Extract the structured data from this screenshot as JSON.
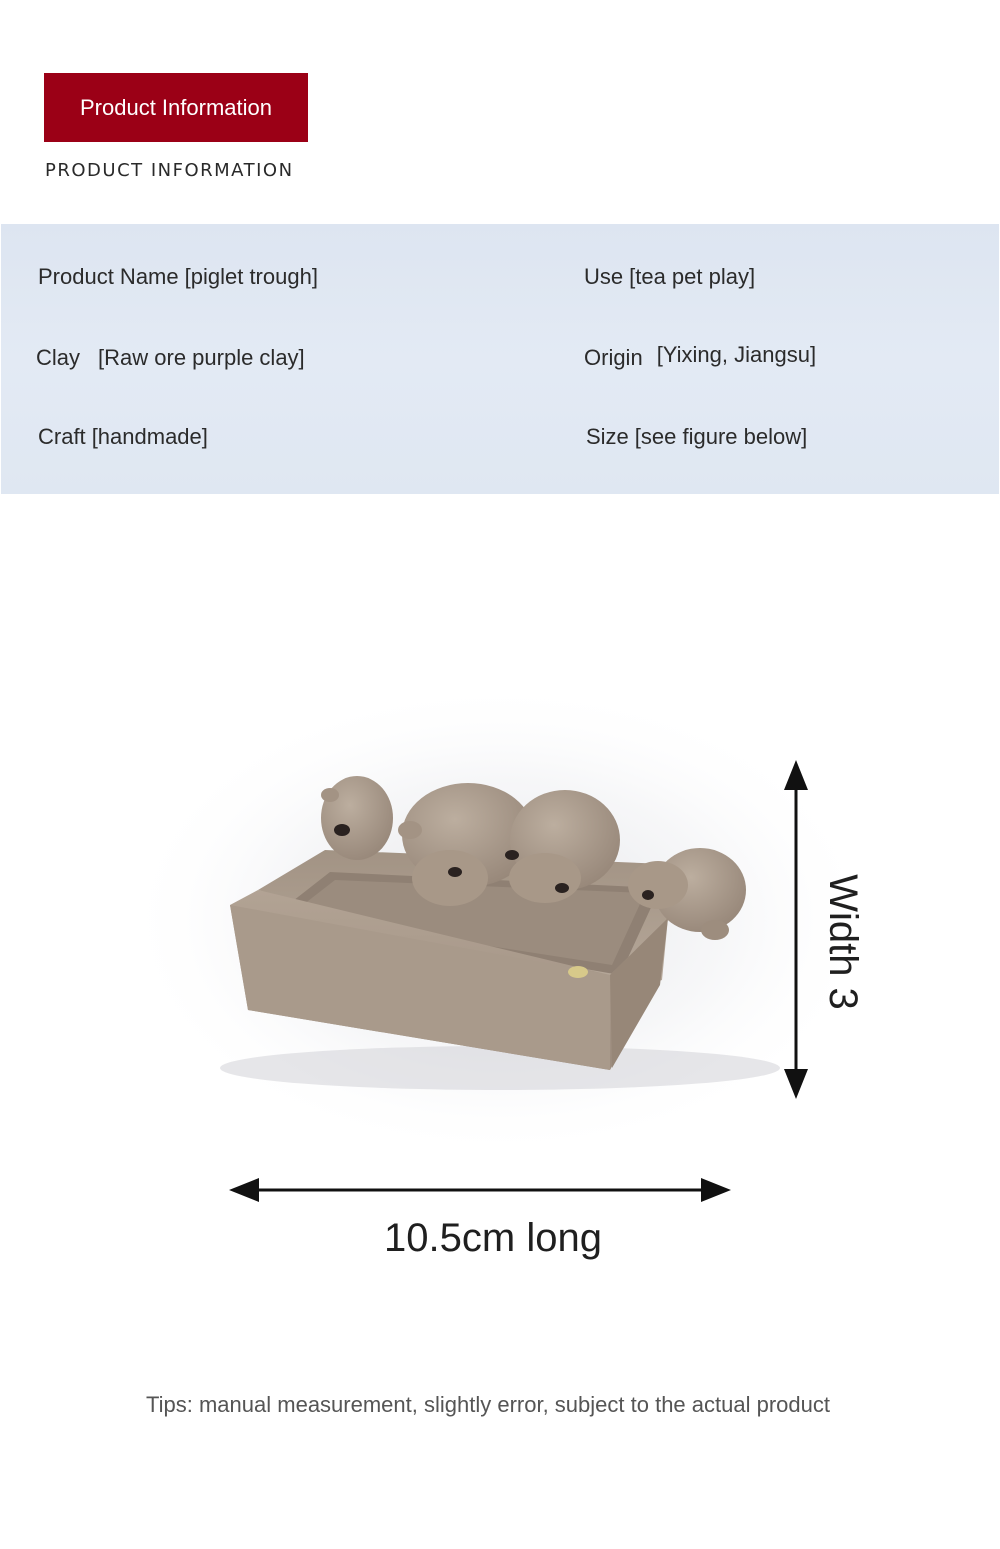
{
  "header": {
    "badge_label": "Product Information",
    "subtitle": "PRODUCT INFORMATION"
  },
  "info": {
    "product_name_label": "Product Name",
    "product_name_value": "[piglet trough]",
    "use_label": "Use",
    "use_value": "[tea pet play]",
    "clay_label": "Clay",
    "clay_value": "[Raw ore purple clay]",
    "origin_label": "Origin",
    "origin_value": "[Yixing, Jiangsu]",
    "craft_label": "Craft",
    "craft_value": "[handmade]",
    "size_label": "Size",
    "size_value": "[see figure below]"
  },
  "figure": {
    "length_label": "10.5cm long",
    "width_label": "Width 3"
  },
  "tips": "Tips: manual measurement, slightly error, subject to the actual product",
  "colors": {
    "badge": "#9b0016",
    "panel": "#dfe7f2",
    "clay": "#a8988a"
  }
}
